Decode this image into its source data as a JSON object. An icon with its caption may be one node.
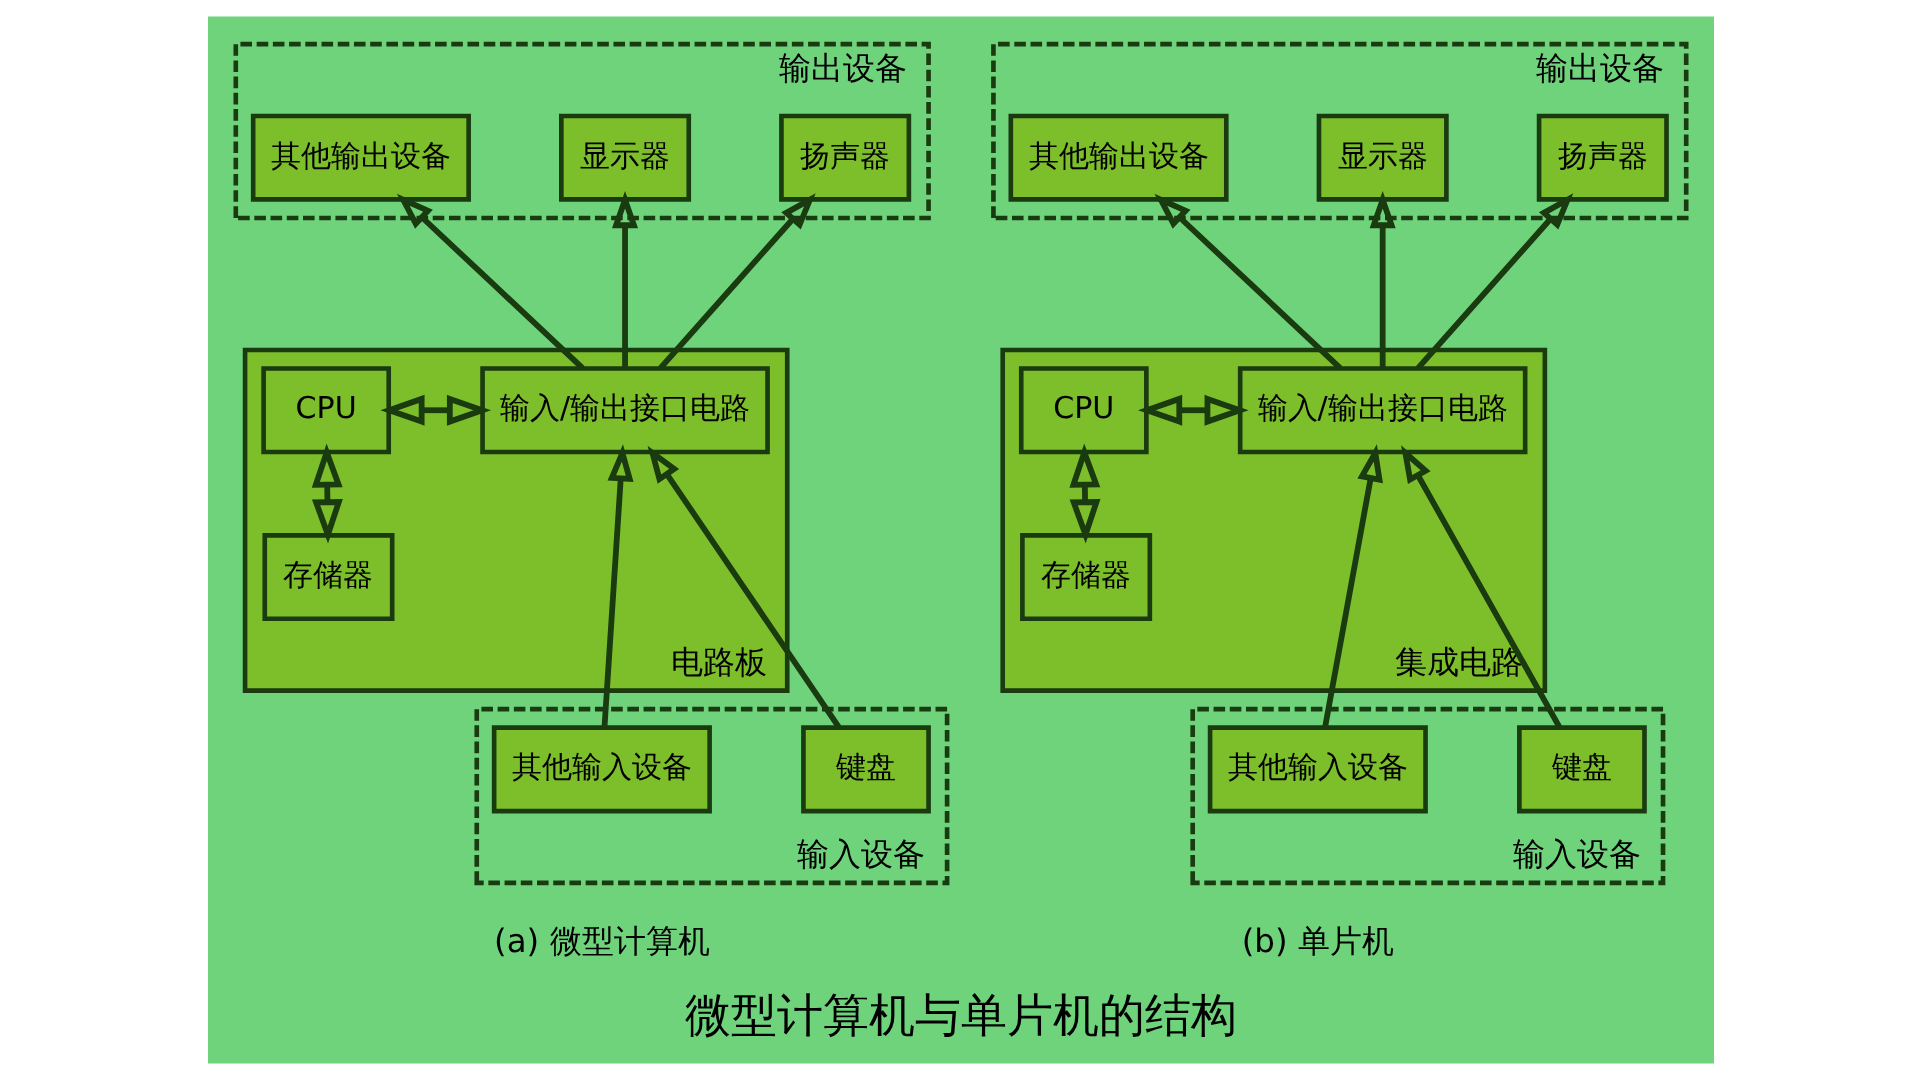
{
  "diagram": {
    "title": "微型计算机与单片机的结构",
    "nodes": [
      {
        "text": [
          "输出设备"
        ]
      },
      {
        "text": [
          "扬声器"
        ],
        "in": 0
      },
      {
        "text": [
          "显示器"
        ],
        "in": 0
      },
      {
        "text": [
          "其他输出设备"
        ],
        "in": 0
      },
      {
        "text": [
          "电路板"
        ]
      },
      {
        "text": [
          "CPU"
        ],
        "in": 4
      },
      {
        "text": [
          "输入/输出接口电路"
        ],
        "in": 4
      },
      {
        "text": [
          "存储器"
        ],
        "in": 4
      },
      {
        "text": [
          "输入设备"
        ]
      },
      {
        "text": [
          "其他输入设备"
        ],
        "in": 8
      },
      {
        "text": [
          "键盘"
        ],
        "in": 8
      },
      {
        "text": [
          "输出设备"
        ]
      },
      {
        "text": [
          "扬声器"
        ],
        "in": 11
      },
      {
        "text": [
          "显示器"
        ],
        "in": 11
      },
      {
        "text": [
          "其他输出设备"
        ],
        "in": 11
      },
      {
        "text": [
          "集成电路"
        ]
      },
      {
        "text": [
          "CPU"
        ],
        "in": 15
      },
      {
        "text": [
          "输入/输出接口电路"
        ],
        "in": 15
      },
      {
        "text": [
          "存储器"
        ],
        "in": 15
      },
      {
        "text": [
          "输入设备"
        ]
      },
      {
        "text": [
          "其他输入设备"
        ],
        "in": 19
      },
      {
        "text": [
          "键盘"
        ],
        "in": 19
      }
    ],
    "edges": [
      {
        "from": 6,
        "to": 1,
        "arrow": "to"
      },
      {
        "from": 6,
        "to": 2,
        "arrow": "to"
      },
      {
        "from": 6,
        "to": 3,
        "arrow": "to"
      },
      {
        "from": 5,
        "to": 6,
        "arrow": "both"
      },
      {
        "from": 7,
        "to": 5,
        "arrow": "both"
      },
      {
        "from": 9,
        "to": 6,
        "arrow": "to"
      },
      {
        "from": 10,
        "to": 6,
        "arrow": "to"
      },
      {
        "from": 17,
        "to": 12,
        "arrow": "to"
      },
      {
        "from": 17,
        "to": 13,
        "arrow": "to"
      },
      {
        "from": 17,
        "to": 14,
        "arrow": "to"
      },
      {
        "from": 16,
        "to": 17,
        "arrow": "both"
      },
      {
        "from": 18,
        "to": 16,
        "arrow": "both"
      },
      {
        "from": 20,
        "to": 17,
        "arrow": "to"
      },
      {
        "from": 21,
        "to": 17,
        "arrow": "to"
      }
    ],
    "labels": [
      "(a) 微型计算机",
      "(b) 单片机"
    ]
  }
}
